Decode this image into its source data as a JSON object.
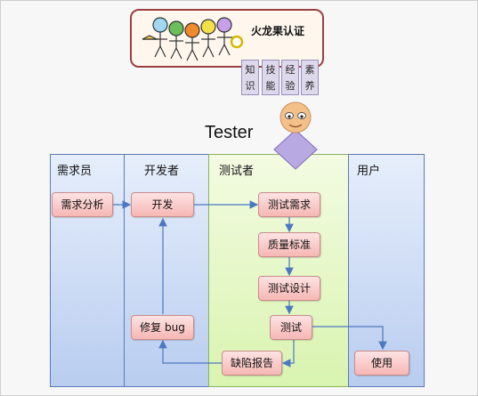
{
  "banner": {
    "title": "火龙果认证",
    "qualities": [
      "知\n识",
      "技\n能",
      "经\n验",
      "素\n养"
    ]
  },
  "tester_label": "Tester",
  "lanes": [
    "需求员",
    "开发者",
    "测试者",
    "用户"
  ],
  "nodes": {
    "req_analysis": "需求分析",
    "develop": "开发",
    "test_requirements": "测试需求",
    "quality_standard": "质量标准",
    "test_design": "测试设计",
    "test": "测试",
    "defect_report": "缺陷报告",
    "fix_bug": "修复 bug",
    "use": "使用"
  },
  "colors": {
    "lane_blue": "#b9cdf0",
    "lane_green": "#d9f4b0",
    "node_fill": "#f6b7b4",
    "arrow": "#4a78c2",
    "tester_body": "#b9a9e3",
    "tester_face": "#f4c08a"
  }
}
